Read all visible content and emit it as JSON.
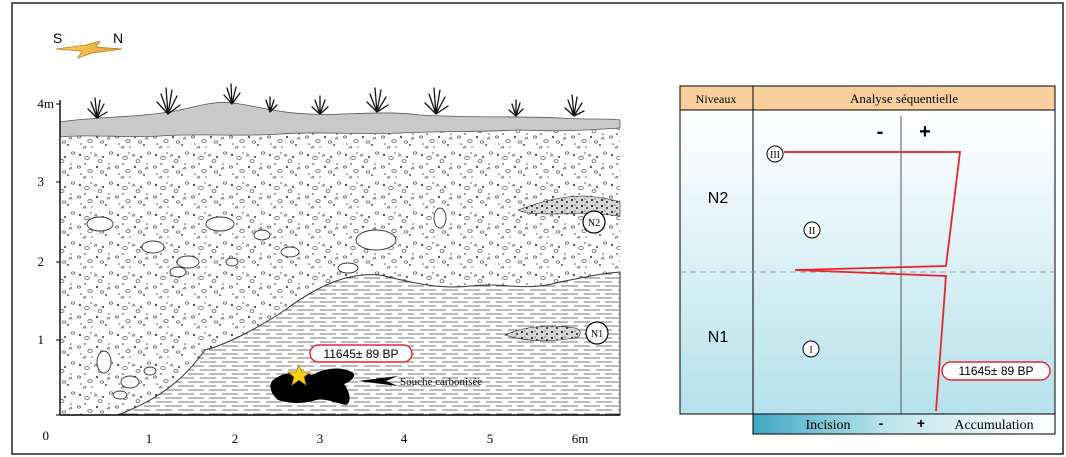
{
  "compass": {
    "left": "S",
    "right": "N"
  },
  "section": {
    "y_axis_labels": [
      "0",
      "1",
      "2",
      "3",
      "4m"
    ],
    "x_axis_labels": [
      "1",
      "2",
      "3",
      "4",
      "5",
      "6m"
    ],
    "unit_markers": [
      "N2",
      "N1"
    ],
    "date_label": "11645± 89 BP",
    "stump_label": "Souche carbonisée"
  },
  "table": {
    "header_left": "Niveaux",
    "header_right": "Analyse séquentielle",
    "minus_sign": "-",
    "plus_sign": "+",
    "levels": [
      "N2",
      "N1"
    ],
    "sequences": [
      "III",
      "II",
      "I"
    ],
    "date_label": "11645± 89 BP",
    "footer": {
      "left": "Incision",
      "minus": "-",
      "plus": "+",
      "right": "Accumulation"
    }
  },
  "colors": {
    "curve": "#e8252b",
    "panel_top": "#ffffff",
    "panel_bottom": "#b9e3ee",
    "header": "#f9cf9e",
    "gradient_bar": "#45b2c8",
    "sand": "#c8c8c8",
    "star": "#ffd21a"
  }
}
